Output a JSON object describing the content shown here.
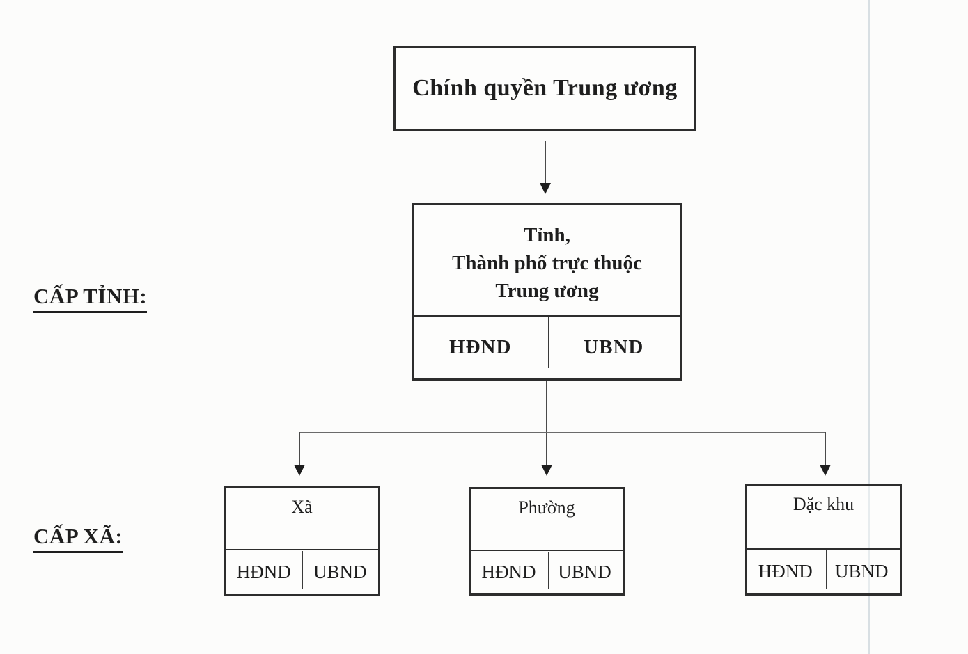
{
  "colors": {
    "paper": "#fcfcfb",
    "ink": "#1e1e1e",
    "box_border": "#2d2d2d",
    "connector_line": "#4a4a4a",
    "scan_artifact": "#ccd5db"
  },
  "central_box": {
    "label": "Chính quyền Trung ương"
  },
  "province_level": {
    "side_label": "CẤP TỈNH:",
    "box": {
      "name_line1": "Tỉnh,",
      "name_line2": "Thành phố trực thuộc",
      "name_line3": "Trung ương",
      "cell_left": "HĐND",
      "cell_right": "UBND"
    }
  },
  "commune_level": {
    "side_label": "CẤP XÃ:",
    "boxes": [
      {
        "name": "Xã",
        "cell_left": "HĐND",
        "cell_right": "UBND"
      },
      {
        "name": "Phường",
        "cell_left": "HĐND",
        "cell_right": "UBND"
      },
      {
        "name": "Đặc khu",
        "cell_left": "HĐND",
        "cell_right": "UBND"
      }
    ]
  }
}
